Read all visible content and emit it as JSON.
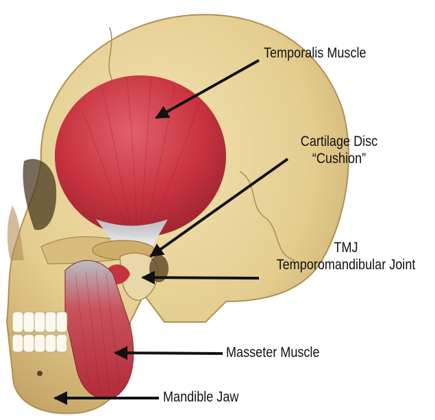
{
  "labels": {
    "temporalis": "Temporalis Muscle",
    "cartilage_line1": "Cartilage Disc",
    "cartilage_line2": "“Cushion”",
    "tmj_line1": "TMJ",
    "tmj_line2": "Temporomandibular Joint",
    "masseter": "Masseter Muscle",
    "mandible": "Mandible Jaw"
  },
  "colors": {
    "bone": "#e7d39a",
    "bone_shadow": "#c6a766",
    "muscle": "#c8323f",
    "muscle_dark": "#8e1f2a",
    "tendon": "#d9d9d9",
    "arrow": "#111111",
    "text": "#111111"
  }
}
